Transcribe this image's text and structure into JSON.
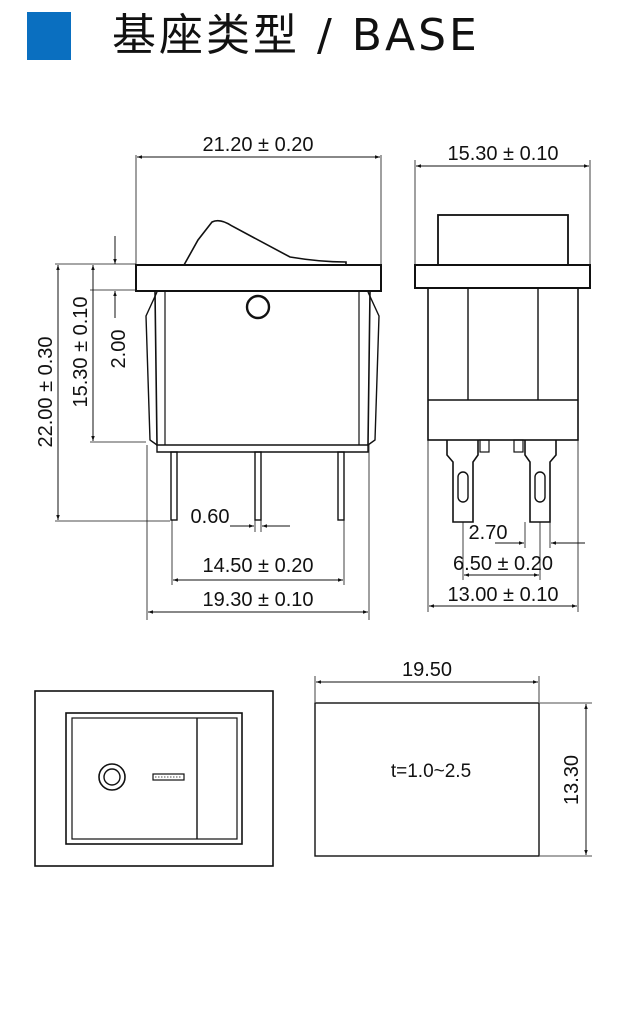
{
  "header": {
    "title": "基座类型 / BASE",
    "accent_color": "#0a6fc0"
  },
  "front_view": {
    "overall_width": "21.20 ± 0.20",
    "overall_height": "22.00 ± 0.30",
    "body_height": "15.30 ± 0.10",
    "flange_thickness": "2.00",
    "terminal_thickness": "0.60",
    "terminal_span": "14.50 ± 0.20",
    "body_width": "19.30 ± 0.10"
  },
  "side_view": {
    "overall_width": "15.30 ± 0.10",
    "terminal_width": "2.70",
    "terminal_pitch": "6.50 ± 0.20",
    "body_width": "13.00 ± 0.10"
  },
  "panel_cutout": {
    "width": "19.50",
    "height": "13.30",
    "thickness": "t=1.0~2.5"
  },
  "colors": {
    "line": "#111111",
    "accent": "#0a6fc0"
  }
}
